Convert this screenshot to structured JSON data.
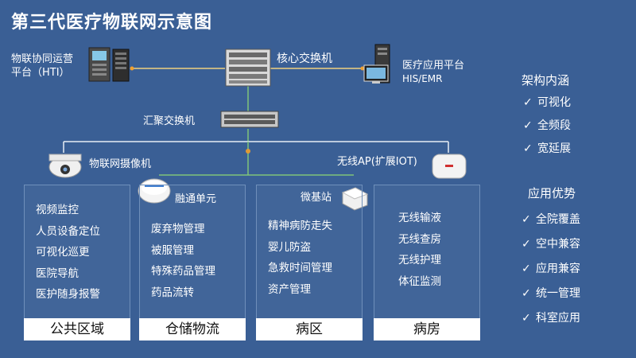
{
  "title": "第三代医疗物联网示意图",
  "nodes": {
    "hti": "物联协同运营\n平台（HTI）",
    "hti_line1": "物联协同运营",
    "hti_line2": "平台（HTI）",
    "core": "核心交换机",
    "app_line1": "医疗应用平台",
    "app_line2": "HIS/EMR",
    "agg": "汇聚交换机",
    "camera": "物联网摄像机",
    "fusion": "融通单元",
    "micro": "微基站",
    "ap": "无线AP(扩展IOT)"
  },
  "panels": [
    {
      "zone": "公共区域",
      "items": [
        "视频监控",
        "人员设备定位",
        "可视化巡更",
        "医院导航",
        "医护随身报警"
      ]
    },
    {
      "zone": "仓储物流",
      "items": [
        "废弃物管理",
        "被服管理",
        "特殊药品管理",
        "药品流转"
      ]
    },
    {
      "zone": "病区",
      "items": [
        "精神病防走失",
        "婴儿防盗",
        "急救时间管理",
        "资产管理"
      ]
    },
    {
      "zone": "病房",
      "items": [
        "无线输液",
        "无线查房",
        "无线护理",
        "体征监测"
      ]
    }
  ],
  "architecture": {
    "heading": "架构内涵",
    "items": [
      "可视化",
      "全频段",
      "宽延展"
    ]
  },
  "advantages": {
    "heading": "应用优势",
    "items": [
      "全院覆盖",
      "空中兼容",
      "应用兼容",
      "统一管理",
      "科室应用"
    ]
  },
  "check_mark": "✓",
  "colors": {
    "background": "#3a5f95",
    "line_green": "#7fc47a",
    "line_orange": "#e09a35",
    "line_white": "#e8eef5"
  }
}
